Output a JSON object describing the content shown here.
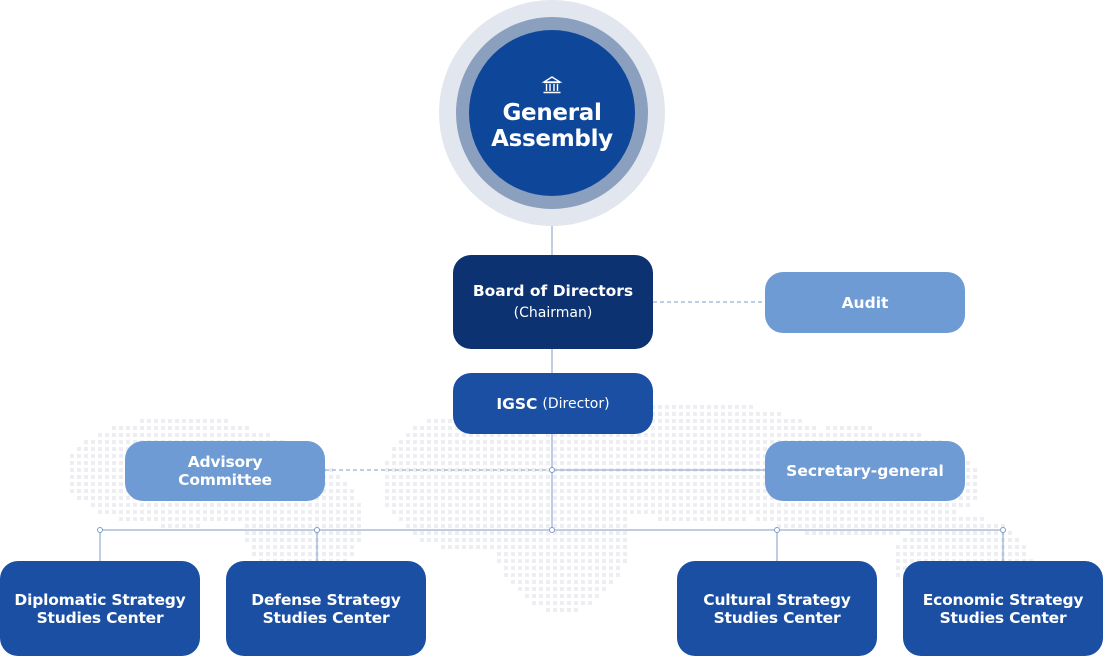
{
  "general_assembly": {
    "icon": "building-icon",
    "title": "General Assembly"
  },
  "board": {
    "title": "Board of Directors",
    "subtitle": "(Chairman)"
  },
  "audit": {
    "label": "Audit"
  },
  "igsc": {
    "title": "IGSC",
    "subtitle": "(Director)"
  },
  "advisory": {
    "label": "Advisory Committee"
  },
  "secretary": {
    "label": "Secretary-general"
  },
  "centers": [
    {
      "label": "Diplomatic Strategy Studies Center"
    },
    {
      "label": "Defense Strategy Studies Center"
    },
    {
      "label": "Cultural Strategy Studies Center"
    },
    {
      "label": "Economic Strategy Studies Center"
    }
  ],
  "colors": {
    "navy": "#0d3272",
    "blue": "#1a4fa3",
    "light_blue": "#6f9bd4",
    "connector": "#7f9ccb"
  }
}
